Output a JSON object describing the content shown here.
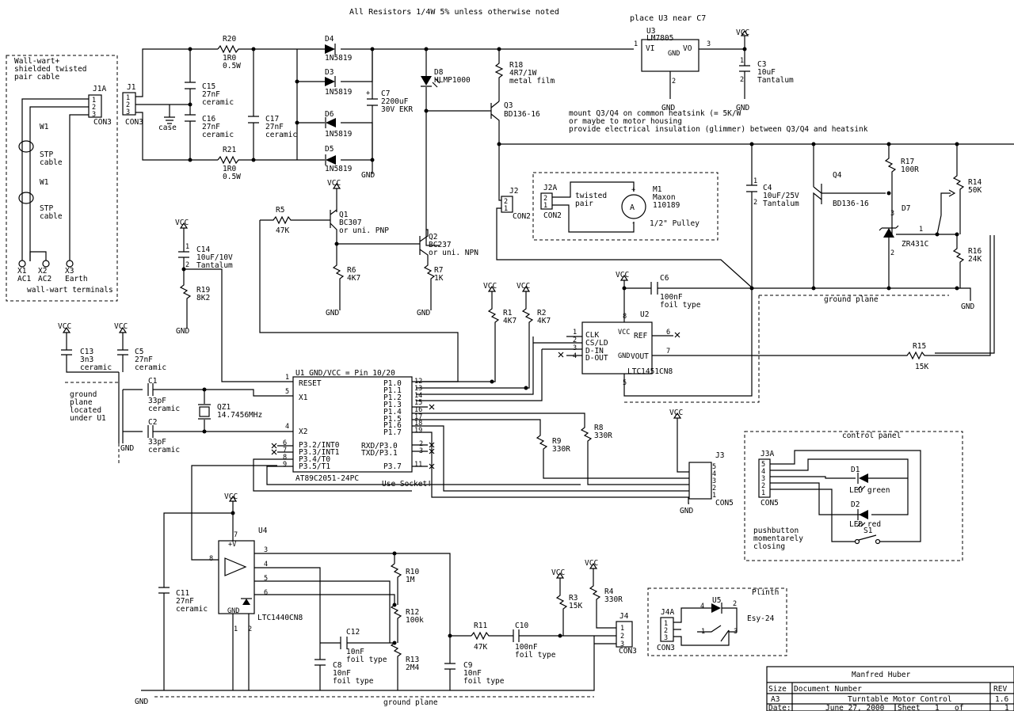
{
  "notes": {
    "resistors": "All Resistors 1/4W 5% unless otherwise noted",
    "u3_place": "place U3 near C7",
    "heatsink": [
      "mount Q3/Q4 on common heatsink (= 5K/W",
      "or maybe to motor housing",
      "provide electrical insulation (glimmer) between Q3/Q4 and heatsink"
    ],
    "use_socket": "Use Socket!",
    "ground_plane": "ground plane",
    "ground_plane_u1": [
      "ground",
      "plane",
      "located",
      "under U1"
    ],
    "wallwart": [
      "Wall-wart+",
      "shielded twisted",
      "pair cable"
    ],
    "wallwart_terminals": "wall-wart terminals",
    "stp": [
      "STP",
      "cable"
    ],
    "twisted_pair": [
      "twisted",
      "pair"
    ],
    "control_panel": "control panel",
    "plinth": "Plinth",
    "pushbutton": [
      "pushbutton",
      "momentarely",
      "closing"
    ],
    "case": "case"
  },
  "components": {
    "j1a": {
      "ref": "J1A",
      "type": "CON3"
    },
    "j1": {
      "ref": "J1",
      "type": "CON3"
    },
    "r20": {
      "ref": "R20",
      "v1": "1R0",
      "v2": "0.5W"
    },
    "r21": {
      "ref": "R21",
      "v1": "1R0",
      "v2": "0.5W"
    },
    "c15": {
      "ref": "C15",
      "v1": "27nF",
      "v2": "ceramic"
    },
    "c16": {
      "ref": "C16",
      "v1": "27nF",
      "v2": "ceramic"
    },
    "c17": {
      "ref": "C17",
      "v1": "27nF",
      "v2": "ceramic"
    },
    "d4": {
      "ref": "D4",
      "v1": "1N5819"
    },
    "d3": {
      "ref": "D3",
      "v1": "1N5819"
    },
    "d6": {
      "ref": "D6",
      "v1": "1N5819"
    },
    "d5": {
      "ref": "D5",
      "v1": "1N5819"
    },
    "c7": {
      "ref": "C7",
      "v1": "2200uF",
      "v2": "30V EKR"
    },
    "d8": {
      "ref": "D8",
      "v1": "HLMP1000"
    },
    "r18": {
      "ref": "R18",
      "v1": "4R7/1W",
      "v2": "metal film"
    },
    "q3": {
      "ref": "Q3",
      "v1": "BD136-16"
    },
    "u3": {
      "ref": "U3",
      "v1": "LM7805",
      "vi": "VI",
      "vo": "VO",
      "gnd": "GND"
    },
    "c3": {
      "ref": "C3",
      "v1": "10uF",
      "v2": "Tantalum"
    },
    "r5": {
      "ref": "R5",
      "v1": "47K"
    },
    "q1": {
      "ref": "Q1",
      "v1": "BC307",
      "v2": "or uni. PNP"
    },
    "q2": {
      "ref": "Q2",
      "v1": "BC237",
      "v2": "or uni. NPN"
    },
    "r6": {
      "ref": "R6",
      "v1": "4K7"
    },
    "r7": {
      "ref": "R7",
      "v1": "1K"
    },
    "j2": {
      "ref": "J2",
      "type": "CON2"
    },
    "j2a": {
      "ref": "J2A",
      "type": "CON2"
    },
    "m1": {
      "ref": "M1",
      "v1": "Maxon",
      "v2": "110189",
      "pulley": "1/2\" Pulley",
      "sym": "A"
    },
    "c4": {
      "ref": "C4",
      "v1": "10uF/25V",
      "v2": "Tantalum"
    },
    "q4": {
      "ref": "Q4",
      "v1": "BD136-16"
    },
    "r17": {
      "ref": "R17",
      "v1": "100R"
    },
    "r14": {
      "ref": "R14",
      "v1": "50K"
    },
    "d7": {
      "ref": "D7",
      "v1": "ZR431C"
    },
    "r16": {
      "ref": "R16",
      "v1": "24K"
    },
    "c14": {
      "ref": "C14",
      "v1": "10uF/10V",
      "v2": "Tantalum"
    },
    "r19": {
      "ref": "R19",
      "v1": "8K2"
    },
    "c6": {
      "ref": "C6",
      "v1": "100nF",
      "v2": "foil type"
    },
    "r1": {
      "ref": "R1",
      "v1": "4K7"
    },
    "r2": {
      "ref": "R2",
      "v1": "4K7"
    },
    "u2": {
      "ref": "U2",
      "v1": "LTC1451CN8",
      "clk": "CLK",
      "cs": "CS/LD",
      "din": "D-IN",
      "dout": "D-OUT",
      "ref_pin": "REF",
      "vout": "VOUT",
      "vcc": "VCC",
      "gnd": "GND"
    },
    "r15": {
      "ref": "R15",
      "v1": "15K"
    },
    "c13": {
      "ref": "C13",
      "v1": "3n3",
      "v2": "ceramic"
    },
    "c5": {
      "ref": "C5",
      "v1": "27nF",
      "v2": "ceramic"
    },
    "c1": {
      "ref": "C1",
      "v1": "33pF",
      "v2": "ceramic"
    },
    "c2": {
      "ref": "C2",
      "v1": "33pF",
      "v2": "ceramic"
    },
    "qz1": {
      "ref": "QZ1",
      "v1": "14.7456MHz"
    },
    "u1": {
      "title": "U1 GND/VCC = Pin 10/20",
      "part": "AT89C2051-24PC",
      "left": [
        "RESET",
        "X1",
        "X2",
        "P3.2/INT0",
        "P3.3/INT1",
        "P3.4/T0",
        "P3.5/T1"
      ],
      "right": [
        "P1.0",
        "P1.1",
        "P1.2",
        "P1.3",
        "P1.4",
        "P1.5",
        "P1.6",
        "P1.7",
        "RXD/P3.0",
        "TXD/P3.1",
        "P3.7"
      ]
    },
    "r9": {
      "ref": "R9",
      "v1": "330R"
    },
    "r8": {
      "ref": "R8",
      "v1": "330R"
    },
    "j3": {
      "ref": "J3",
      "type": "CON5"
    },
    "j3a": {
      "ref": "J3A",
      "type": "CON5"
    },
    "d1": {
      "ref": "D1",
      "v1": "LED green"
    },
    "d2": {
      "ref": "D2",
      "v1": "LED red"
    },
    "s1": {
      "ref": "S1"
    },
    "u4": {
      "ref": "U4",
      "v1": "LTC1440CN8",
      "vplus": "+V",
      "gnd": "GND"
    },
    "c11": {
      "ref": "C11",
      "v1": "27nF",
      "v2": "ceramic"
    },
    "r10": {
      "ref": "R10",
      "v1": "1M"
    },
    "r12": {
      "ref": "R12",
      "v1": "100k"
    },
    "r13": {
      "ref": "R13",
      "v1": "2M4"
    },
    "c12": {
      "ref": "C12",
      "v1": "10nF",
      "v2": "foil type"
    },
    "c8": {
      "ref": "C8",
      "v1": "10nF",
      "v2": "foil type"
    },
    "c9": {
      "ref": "C9",
      "v1": "10nF",
      "v2": "foil type"
    },
    "r11": {
      "ref": "R11",
      "v1": "47K"
    },
    "c10": {
      "ref": "C10",
      "v1": "100nF",
      "v2": "foil type"
    },
    "r3": {
      "ref": "R3",
      "v1": "15K"
    },
    "r4": {
      "ref": "R4",
      "v1": "330R"
    },
    "j4": {
      "ref": "J4",
      "type": "CON3"
    },
    "j4a": {
      "ref": "J4A",
      "type": "CON3"
    },
    "u5": {
      "ref": "U5",
      "v1": "Esy-24"
    },
    "w1": {
      "ref": "W1"
    },
    "x1": {
      "ref": "X1",
      "v1": "AC1"
    },
    "x2": {
      "ref": "X2",
      "v1": "AC2"
    },
    "x3": {
      "ref": "X3",
      "v1": "Earth"
    }
  },
  "power": {
    "vcc": "VCC",
    "gnd": "GND"
  },
  "title_block": {
    "author": "Manfred Huber",
    "size_label": "Size",
    "size": "A3",
    "docnum_label": "Document Number",
    "title": "Turntable Motor Control",
    "rev_label": "REV",
    "rev": "1.6",
    "date_label": "Date:",
    "date": "June 27, 2000",
    "sheet_label": "Sheet",
    "sheet": "1",
    "of_label": "of",
    "sheets": "1"
  }
}
